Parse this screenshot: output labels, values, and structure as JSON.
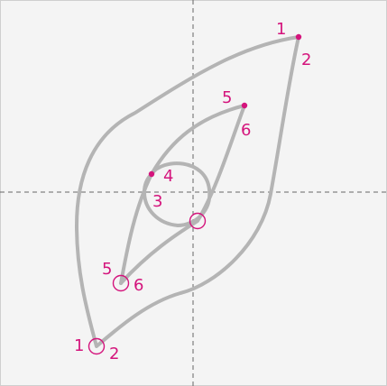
{
  "labels": {
    "outer_start": "1",
    "outer_end": "2",
    "inner_top_start": "5",
    "inner_top_end": "6",
    "loop_start": "4",
    "loop_end": "3",
    "inner_bottom_start": "5",
    "inner_bottom_end": "6",
    "bottom_start": "1",
    "bottom_end": "2"
  },
  "colors": {
    "stroke": "#b4b4b4",
    "accent": "#d4147c",
    "background": "#f4f4f4"
  }
}
